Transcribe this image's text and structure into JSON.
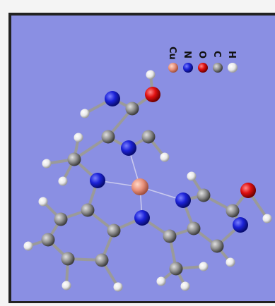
{
  "legend": {
    "items": [
      {
        "label": "Cu",
        "color": "#e8907a"
      },
      {
        "label": "N",
        "color": "#1c22d8"
      },
      {
        "label": "O",
        "color": "#e01010"
      },
      {
        "label": "C",
        "color": "#8e8e8e"
      },
      {
        "label": "H",
        "color": "#e8e8e8"
      }
    ]
  }
}
